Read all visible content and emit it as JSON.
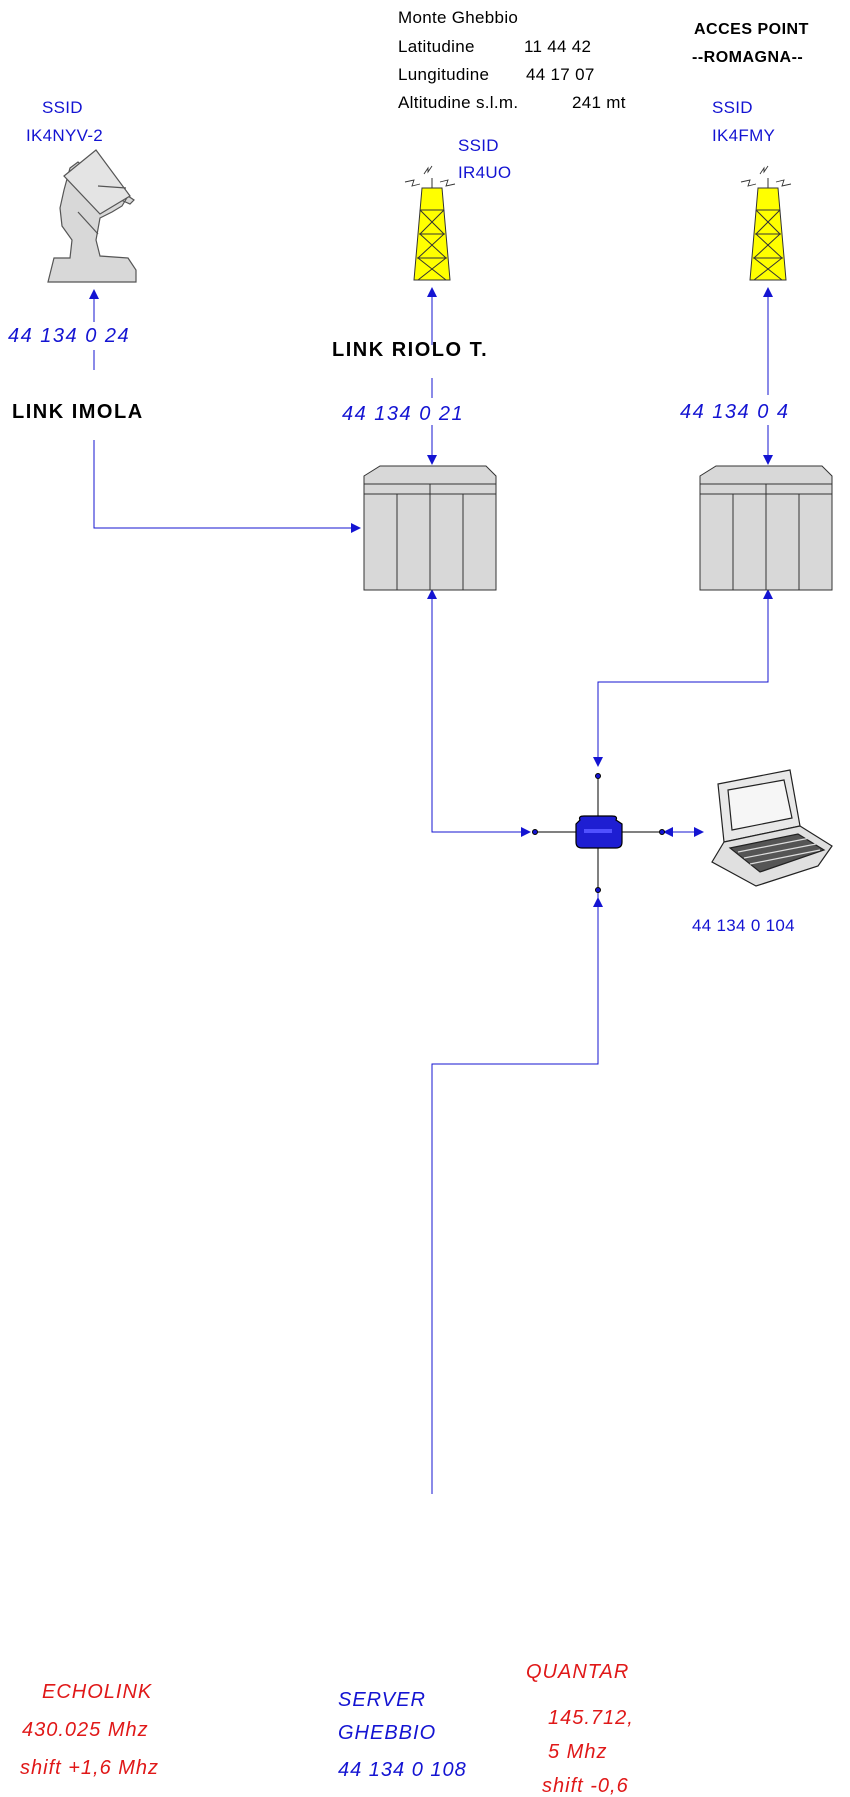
{
  "site": {
    "name": "Monte Ghebbio",
    "lat_label": "Latitudine",
    "lat_value": "11 44 42",
    "lon_label": "Lungitudine",
    "lon_value": "44 17 07",
    "alt_label": "Altitudine s.l.m.",
    "alt_value": "241 mt"
  },
  "access_point": {
    "line1": "ACCES POINT",
    "line2": "--ROMAGNA--"
  },
  "nodes": {
    "imola": {
      "ssid_label": "SSID",
      "ssid": "IK4NYV-2",
      "ip": "44 134 0 24",
      "link": "LINK IMOLA"
    },
    "riolo": {
      "ssid_label": "SSID",
      "ssid": "IR4UO",
      "link": "LINK RIOLO T.",
      "ip": "44 134 0 21"
    },
    "romagna": {
      "ssid_label": "SSID",
      "ssid": "IK4FMY",
      "ip": "44 134 0 4"
    },
    "laptop": {
      "ip": "44 134 0 104"
    },
    "echolink": {
      "name": "ECHOLINK",
      "freq": "430.025 Mhz",
      "shift": "shift +1,6 Mhz"
    },
    "server": {
      "name": "SERVER",
      "name2": "GHEBBIO",
      "ip": "44 134 0 108"
    },
    "quantar": {
      "name": "QUANTAR",
      "freq1": "145.712,",
      "freq2": "5 Mhz",
      "shift": "shift -0,6"
    }
  },
  "colors": {
    "link_line": "#1414d2",
    "tower": "#ffff00",
    "hub": "#1e1ed2",
    "server": "#00ffff",
    "equipment": "#d8d8d8"
  },
  "icons": [
    "satellite-dish-icon",
    "radio-tower-icon",
    "router-icon",
    "hub-icon",
    "laptop-icon",
    "radio-rack-icon",
    "server-computer-icon"
  ]
}
